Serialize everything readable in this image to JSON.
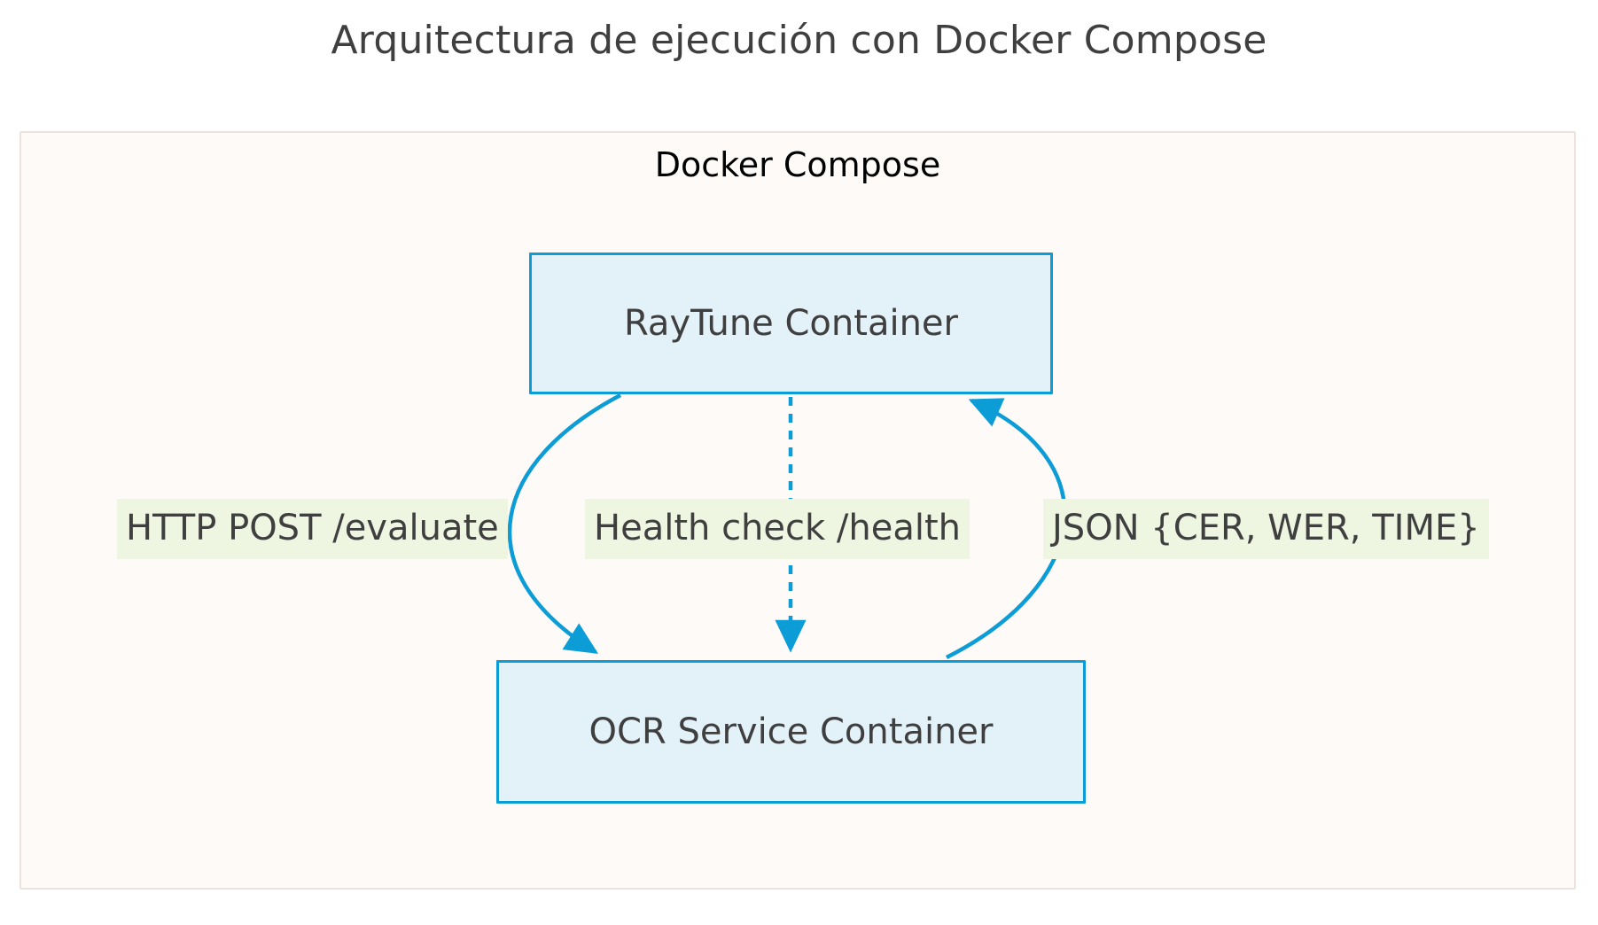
{
  "page": {
    "title": "Arquitectura de ejecución con Docker Compose",
    "background_color": "#ffffff"
  },
  "diagram": {
    "type": "flowchart",
    "subgraph": {
      "label": "Docker Compose",
      "fill_color": "#fefaf7",
      "border_color": "#ece3e0"
    },
    "colors": {
      "node_fill": "#e3f1f8",
      "node_border": "#0c9cd6",
      "edge_stroke": "#0c9cd6",
      "edge_label_fill": "#eef5e1",
      "text_color": "#3f3f3f"
    },
    "nodes": [
      {
        "id": "raytune",
        "label": "RayTune Container"
      },
      {
        "id": "ocr",
        "label": "OCR Service Container"
      }
    ],
    "edges": [
      {
        "id": "request",
        "from": "raytune",
        "to": "ocr",
        "label": "HTTP POST /evaluate",
        "style": "solid",
        "arrow": "end"
      },
      {
        "id": "health",
        "from": "raytune",
        "to": "ocr",
        "label": "Health check /health",
        "style": "dashed",
        "arrow": "end"
      },
      {
        "id": "response",
        "from": "ocr",
        "to": "raytune",
        "label": "JSON {CER, WER, TIME}",
        "style": "solid",
        "arrow": "end"
      }
    ]
  }
}
